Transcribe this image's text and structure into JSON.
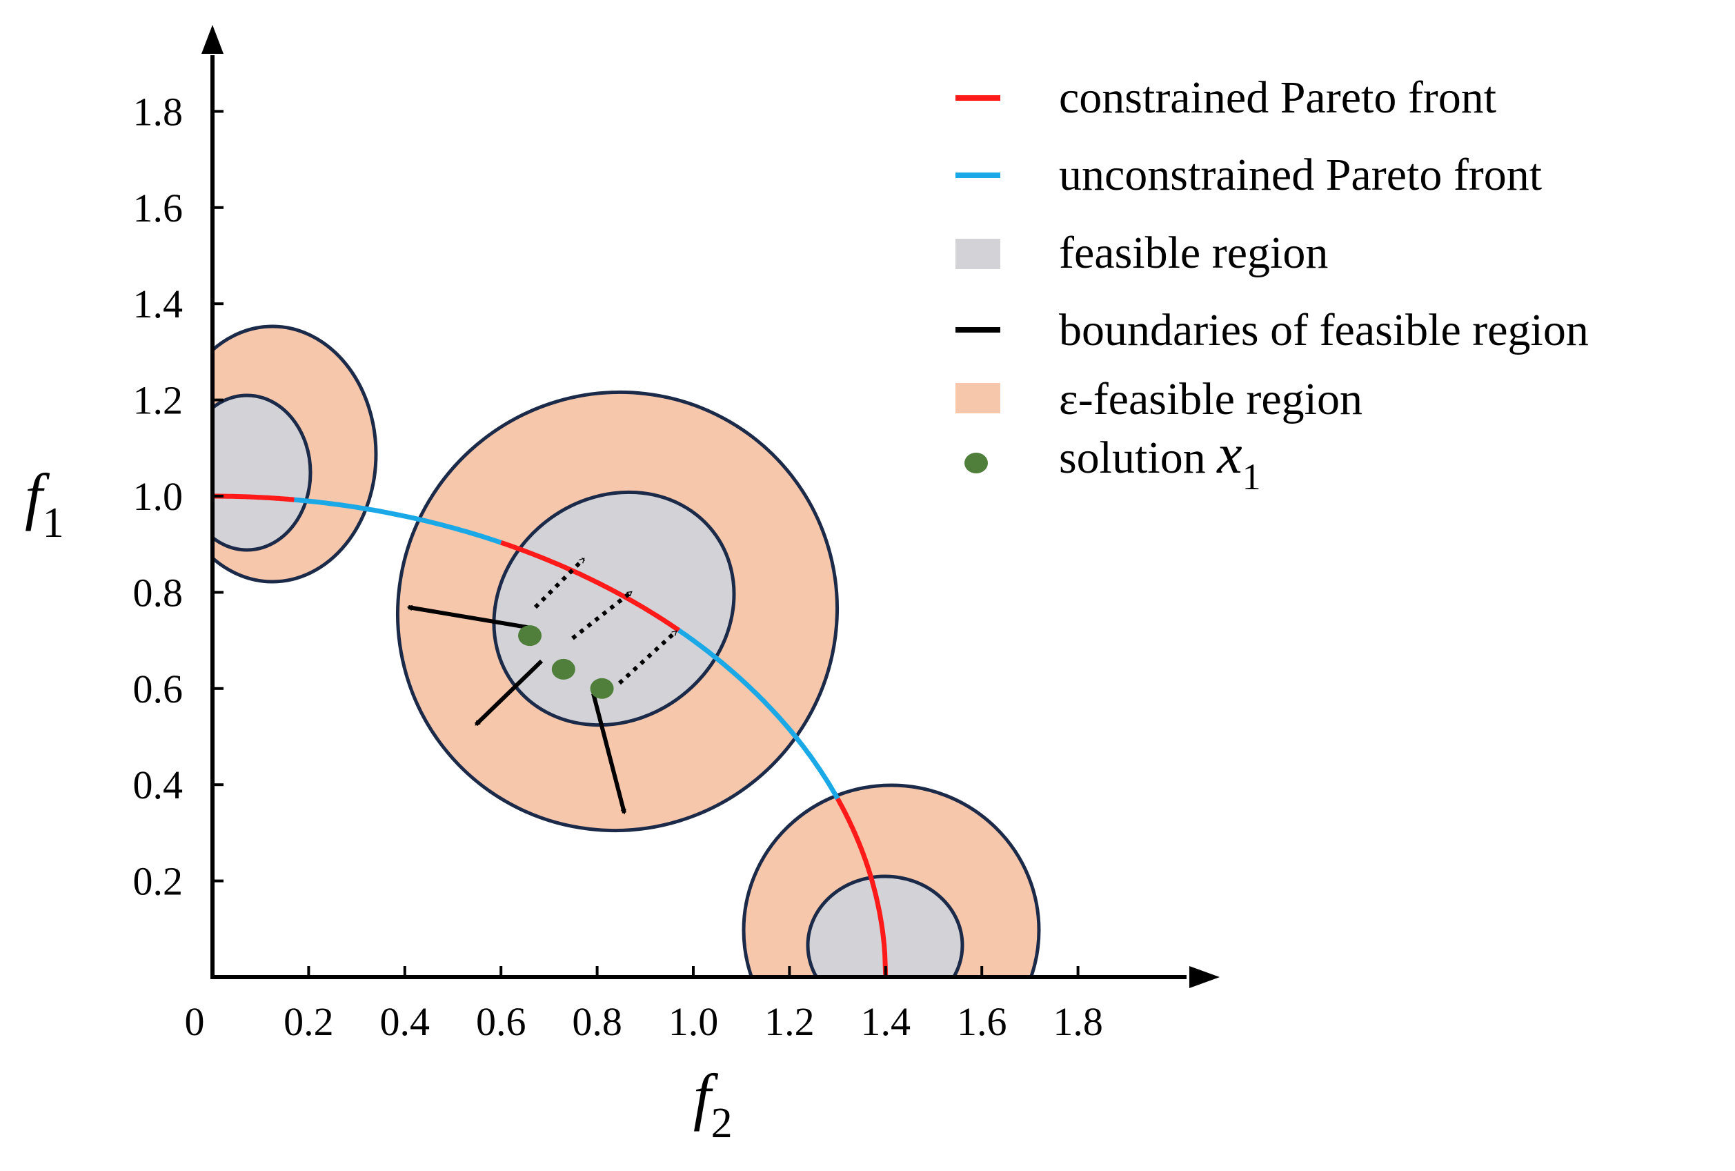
{
  "axes": {
    "x_title": "f",
    "x_sub": "2",
    "y_title": "f",
    "y_sub": "1",
    "x_ticks": [
      "0",
      "0.2",
      "0.4",
      "0.6",
      "0.8",
      "1.0",
      "1.2",
      "1.4",
      "1.6",
      "1.8"
    ],
    "y_ticks": [
      "0.2",
      "0.4",
      "0.6",
      "0.8",
      "1.0",
      "1.2",
      "1.4",
      "1.6",
      "1.8"
    ]
  },
  "legend": {
    "constrained": "constrained Pareto front",
    "unconstrained": "unconstrained Pareto front",
    "feasible": "feasible region",
    "boundaries": "boundaries of feasible region",
    "epsilon": "ε-feasible region",
    "solution_prefix": "solution ",
    "solution_var": "x",
    "solution_sub": "1"
  },
  "colors": {
    "constrained_front": "#ff1a1a",
    "unconstrained_front": "#1aa9e6",
    "feasible_fill": "#d2d2d7",
    "epsilon_fill": "#f6c7aa",
    "boundary": "#1c2a4a",
    "solution": "#4f7f3a",
    "axis": "#000000"
  },
  "solutions": [
    {
      "f2": 0.66,
      "f1": 0.71
    },
    {
      "f2": 0.73,
      "f1": 0.64
    },
    {
      "f2": 0.81,
      "f1": 0.6
    }
  ]
}
